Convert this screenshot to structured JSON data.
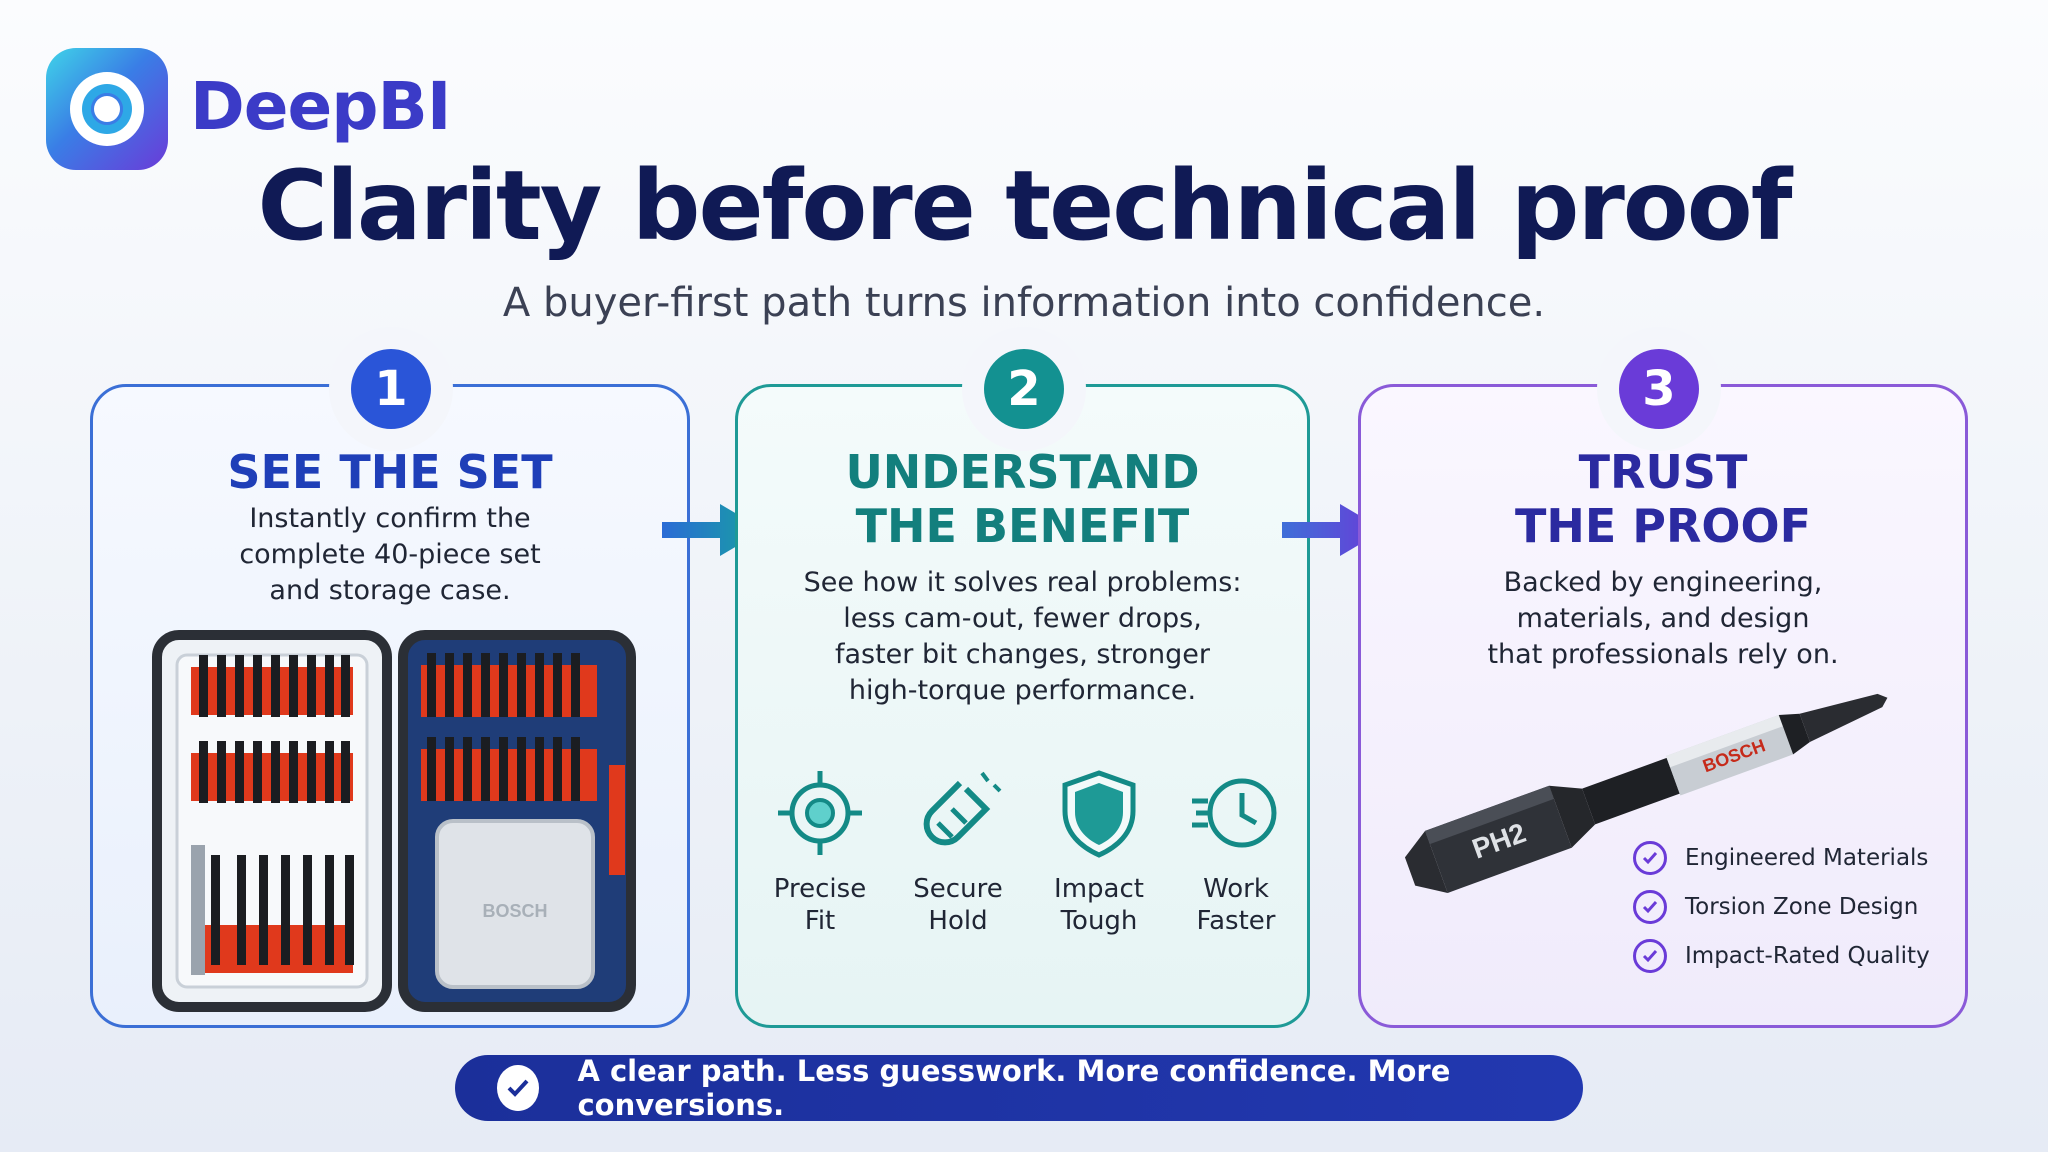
{
  "brand": {
    "name": "DeepBI"
  },
  "header": {
    "title": "Clarity before technical proof",
    "subtitle": "A buyer-first path turns information into confidence."
  },
  "steps": [
    {
      "number": "1",
      "title_line1": "SEE THE SET",
      "desc_lines": [
        "Instantly confirm the",
        "complete 40-piece set",
        "and storage case."
      ],
      "color": "#2a4fd0"
    },
    {
      "number": "2",
      "title_line1": "UNDERSTAND",
      "title_line2": "THE BENEFIT",
      "desc_lines": [
        "See how it solves real problems:",
        "less cam-out, fewer drops,",
        "faster bit changes, stronger",
        "high-torque performance."
      ],
      "color": "#138a86",
      "features": [
        {
          "label_line1": "Precise",
          "label_line2": "Fit",
          "icon": "crosshair-icon"
        },
        {
          "label_line1": "Secure",
          "label_line2": "Hold",
          "icon": "magnet-icon"
        },
        {
          "label_line1": "Impact",
          "label_line2": "Tough",
          "icon": "shield-icon"
        },
        {
          "label_line1": "Work",
          "label_line2": "Faster",
          "icon": "fast-clock-icon"
        }
      ]
    },
    {
      "number": "3",
      "title_line1": "TRUST",
      "title_line2": "THE PROOF",
      "desc_lines": [
        "Backed by engineering,",
        "materials, and design",
        "that professionals rely on."
      ],
      "color": "#3b2fb0",
      "proof_points": [
        "Engineered Materials",
        "Torsion Zone Design",
        "Impact-Rated Quality"
      ],
      "bit_label": "PH2",
      "bit_brand": "BOSCH"
    }
  ],
  "case": {
    "brand": "BOSCH"
  },
  "footer": {
    "text": "A clear path. Less guesswork. More confidence. More conversions."
  }
}
